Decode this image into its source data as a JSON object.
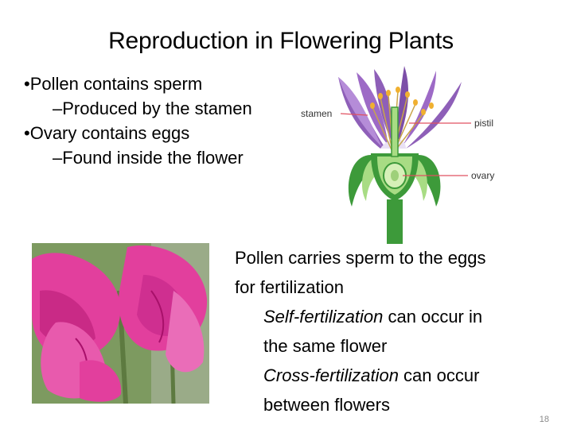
{
  "slide": {
    "title": "Reproduction in Flowering Plants",
    "bullets": [
      {
        "level": 1,
        "prefix": "•",
        "text": "Pollen contains sperm"
      },
      {
        "level": 2,
        "prefix": "–",
        "text": "Produced by the stamen"
      },
      {
        "level": 1,
        "prefix": "•",
        "text": "Ovary contains eggs"
      },
      {
        "level": 2,
        "prefix": "–",
        "text": "Found inside the flower"
      }
    ],
    "diagram": {
      "labels": {
        "stamen": "stamen",
        "pistil": "pistil",
        "ovary": "ovary"
      },
      "colors": {
        "petal": "#8e5fb8",
        "petal_light": "#e9e0f5",
        "stem": "#3d9a3a",
        "stem_light": "#a8dc84",
        "label_line": "#e05060"
      }
    },
    "photo": {
      "subject": "pink-sweet-pea-flowers",
      "colors": {
        "bloom": "#e23f9d",
        "bloom_dark": "#a8106a",
        "foliage": "#6f8f50"
      }
    },
    "right_text": {
      "line1": "Pollen carries sperm to the eggs",
      "line2": "for fertilization",
      "self_term": "Self-fertilization",
      "self_rest": " can occur in",
      "self_line2": "the same flower",
      "cross_term": "Cross-fertilization",
      "cross_rest": " can occur",
      "cross_line2": "between flowers"
    },
    "page_number": "18"
  }
}
